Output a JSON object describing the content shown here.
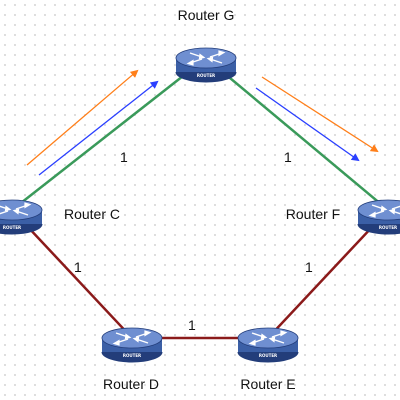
{
  "routers": [
    {
      "id": "G",
      "label": "Router G",
      "device_text": "ROUTER",
      "icon": "router-icon"
    },
    {
      "id": "C",
      "label": "Router C",
      "device_text": "ROUTER",
      "icon": "router-icon"
    },
    {
      "id": "F",
      "label": "Router F",
      "device_text": "ROUTER",
      "icon": "router-icon"
    },
    {
      "id": "D",
      "label": "Router D",
      "device_text": "ROUTER",
      "icon": "router-icon"
    },
    {
      "id": "E",
      "label": "Router E",
      "device_text": "ROUTER",
      "icon": "router-icon"
    }
  ],
  "links": [
    {
      "from": "C",
      "to": "G",
      "cost": "1",
      "color": "#3a9a5a"
    },
    {
      "from": "G",
      "to": "F",
      "cost": "1",
      "color": "#3a9a5a"
    },
    {
      "from": "C",
      "to": "D",
      "cost": "1",
      "color": "#8b1a1a"
    },
    {
      "from": "D",
      "to": "E",
      "cost": "1",
      "color": "#8b1a1a"
    },
    {
      "from": "E",
      "to": "F",
      "cost": "1",
      "color": "#8b1a1a"
    }
  ],
  "traffic_arrows": [
    {
      "segment": "C-G",
      "color": "#ff7f1a"
    },
    {
      "segment": "C-G",
      "color": "#2a3fff"
    },
    {
      "segment": "G-F",
      "color": "#ff7f1a"
    },
    {
      "segment": "G-F",
      "color": "#2a3fff"
    }
  ],
  "colors": {
    "router_body": "#3b5fa6",
    "router_dark": "#233d7a",
    "router_top": "#6f8fd1",
    "background": "#ffffff",
    "grid_dot": "#d4d4d4"
  }
}
